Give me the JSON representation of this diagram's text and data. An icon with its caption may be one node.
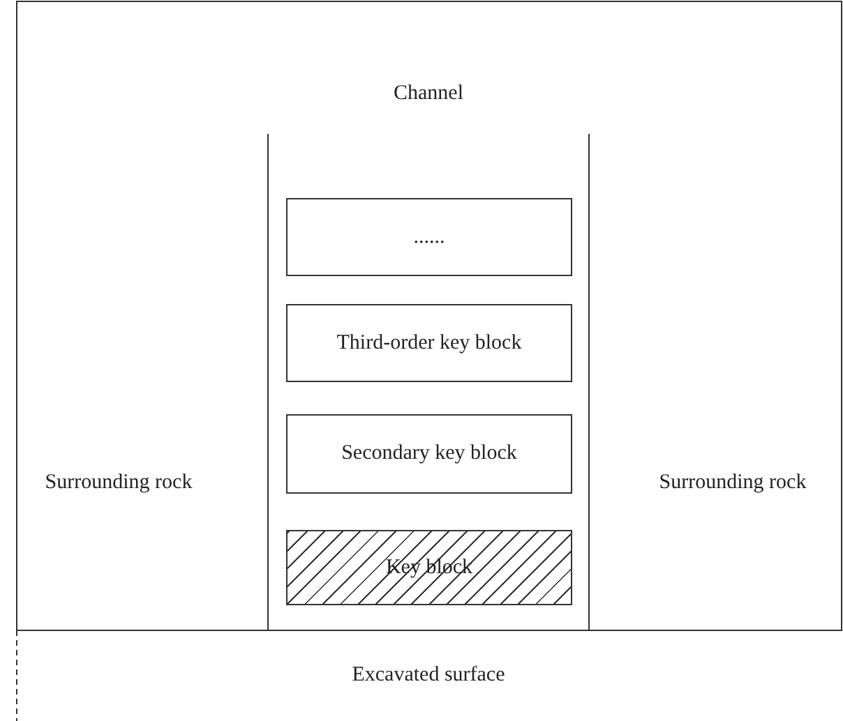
{
  "diagram": {
    "nodes": [
      {
        "text": [
          "Channel"
        ]
      },
      {
        "text": [
          "......"
        ],
        "in": 0
      },
      {
        "text": [
          "Third-order key block"
        ],
        "in": 0
      },
      {
        "text": [
          "Secondary key block"
        ],
        "in": 0
      },
      {
        "text": [
          "Key block"
        ],
        "in": 0
      }
    ],
    "labels": [
      "Surrounding rock",
      "Surrounding rock",
      "Excavated surface"
    ]
  }
}
